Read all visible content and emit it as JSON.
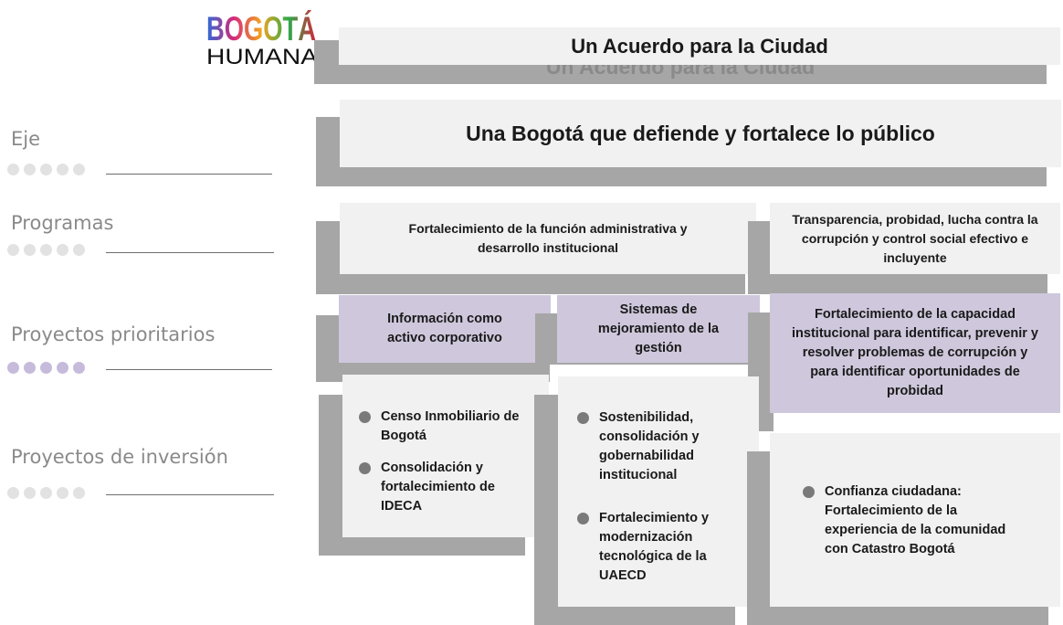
{
  "logo": {
    "line1": "BOGOTÁ",
    "line2": "HUMANA"
  },
  "header": {
    "title": "Un Acuerdo para la Ciudad",
    "title_echo": "Un Acuerdo para la Ciudad"
  },
  "levels": [
    {
      "label": "Eje",
      "highlight": false
    },
    {
      "label": "Programas",
      "highlight": false
    },
    {
      "label": "Proyectos prioritarios",
      "highlight": true
    },
    {
      "label": "Proyectos de inversión",
      "highlight": false
    }
  ],
  "eje": "Una Bogotá que defiende y fortalece lo público",
  "programas": [
    "Fortalecimiento de la función administrativa y desarrollo institucional",
    "Transparencia, probidad, lucha contra la corrupción y control social efectivo e incluyente"
  ],
  "prioritarios": [
    "Información como activo corporativo",
    "Sistemas de mejoramiento de la gestión",
    "Fortalecimiento de la capacidad institucional para identificar, prevenir y resolver problemas de corrupción y para identificar oportunidades de probidad"
  ],
  "inversion": [
    [
      "Censo Inmobiliario de Bogotá",
      "Consolidación y fortalecimiento de IDECA"
    ],
    [
      "Sostenibilidad, consolidación y gobernabilidad institucional",
      "Fortalecimiento y modernización tecnológica de la UAECD"
    ],
    [
      "Confianza ciudadana: Fortalecimiento de la experiencia de la comunidad con Catastro Bogotá"
    ]
  ],
  "colors": {
    "purple": "#cfc7dc",
    "shadow": "#a6a6a6",
    "box": "#f1f1f1"
  }
}
